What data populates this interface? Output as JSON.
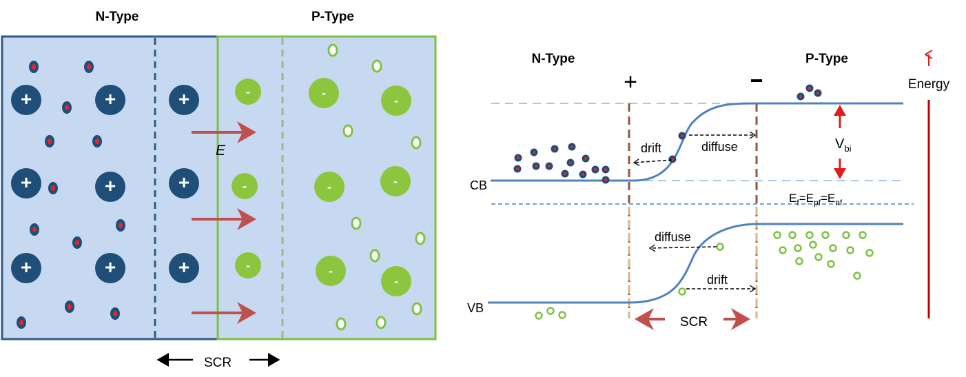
{
  "colors": {
    "n_region_fill": "#c6d9f1",
    "n_border": "#2e5a8a",
    "p_border": "#7ac143",
    "ion_dark": "#1f4e79",
    "electron_dot": "#e8232a",
    "ion_green": "#8cc63f",
    "hole_green": "#7fc241",
    "arrow_red": "#c0504d",
    "band_line": "#4f81bd",
    "dashed_band": "#a9c4e6",
    "energy_red": "#e31b1b",
    "scr_brown": "#8b5a3c"
  },
  "left_panel": {
    "n_title": "N-Type",
    "p_title": "P-Type",
    "positive_ion_symbol": "+",
    "negative_ion_symbol": "-",
    "field_label": "E",
    "scr_label": "SCR"
  },
  "right_panel": {
    "n_title": "N-Type",
    "p_title": "P-Type",
    "plus_sign": "+",
    "minus_sign": "-",
    "energy_label": "Energy",
    "cb_label": "CB",
    "vb_label": "VB",
    "vbi_main": "V",
    "vbi_sub": "bi",
    "fermi": {
      "parts": [
        {
          "t": "E",
          "sub": false
        },
        {
          "t": "f",
          "sub": true
        },
        {
          "t": "=E",
          "sub": false
        },
        {
          "t": "pf",
          "sub": true
        },
        {
          "t": "=E",
          "sub": false
        },
        {
          "t": "nf",
          "sub": true
        }
      ]
    },
    "drift_cb": "drift",
    "diffuse_cb": "diffuse",
    "diffuse_vb": "diffuse",
    "drift_vb": "drift",
    "scr_label": "SCR"
  }
}
